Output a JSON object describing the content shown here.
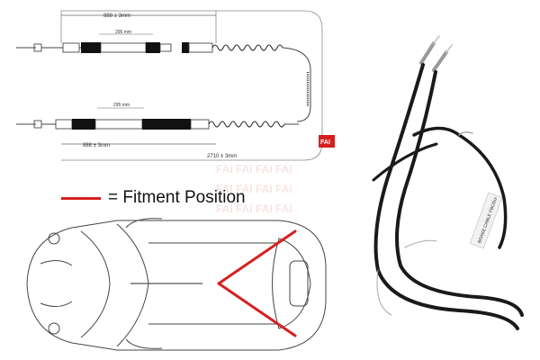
{
  "top_drawing": {
    "dim_length_a": "888 ± 3mm",
    "dim_inner_a": "295 mm",
    "dim_inner_b": "295 mm",
    "dim_length_b": "888 ± 3mm",
    "dim_total": "2710 ± 3mm"
  },
  "brand": {
    "logo_text": "FAI",
    "watermark_text": "FAI FAI FAI FAI"
  },
  "legend": {
    "label": "= Fitment Position"
  },
  "photo": {
    "cable_label": "BRAKE CABLE FBC0xx"
  },
  "colors": {
    "accent": "#d6201f",
    "cable": "#1a1a1a",
    "drawing_line": "#555555"
  }
}
